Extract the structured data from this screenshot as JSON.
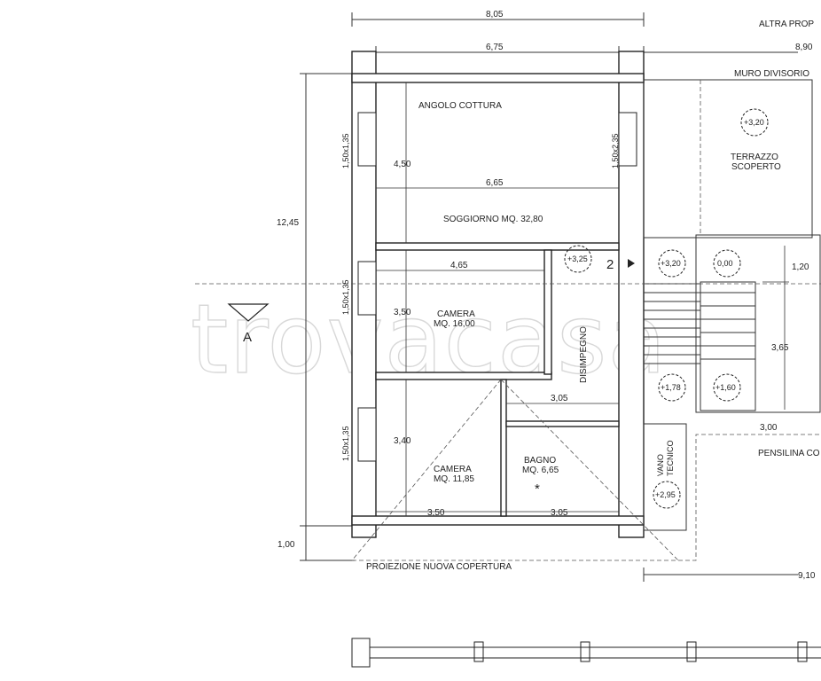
{
  "watermark": "trovacasa",
  "header": {
    "altra_proprieta": "ALTRA PROP",
    "muro_divisorio": "MURO DIVISORIO"
  },
  "rooms": {
    "angolo_cottura": "ANGOLO COTTURA",
    "soggiorno": "SOGGIORNO MQ. 32,80",
    "camera1_name": "CAMERA",
    "camera1_area": "MQ. 16,00",
    "camera2_name": "CAMERA",
    "camera2_area": "MQ. 11,85",
    "bagno_name": "BAGNO",
    "bagno_area": "MQ. 6,65",
    "disimpegno": "DISIMPEGNO",
    "terrazzo_1": "TERRAZZO",
    "terrazzo_2": "SCOPERTO",
    "vano_tecnico_1": "VANO",
    "vano_tecnico_2": "TECNICO",
    "pensilina": "PENSILINA CO",
    "proiezione": "PROIEZIONE NUOVA COPERTURA"
  },
  "dimensions": {
    "total_width": "8,05",
    "inner_width": "6,75",
    "right_top": "8,90",
    "soggiorno_width": "6,65",
    "soggiorno_depth": "4,50",
    "camera1_width": "4,65",
    "camera1_depth": "3,50",
    "disimpegno_width": "3,05",
    "camera2_depth": "3,40",
    "bottom_left": "3,50",
    "bottom_right": "3,05",
    "total_height": "12,45",
    "bottom_offset": "1,00",
    "window_left_1": "1,50x1,35",
    "window_left_2": "1,50x1,35",
    "window_left_3": "1,50x1,35",
    "window_right": "1,50x2,35",
    "stair_top": "1,20",
    "stair_len": "3,65",
    "stair_width": "3,00",
    "bottom_right_total": "9,10"
  },
  "levels": {
    "terrazzo": "+3,20",
    "soggiorno": "+3,25",
    "landing": "+3,20",
    "stair_base": "0,00",
    "stair_mid1": "+1,78",
    "stair_mid2": "+1,60",
    "vano": "+2,95"
  },
  "markers": {
    "section": "A",
    "view": "2",
    "asterisk": "*"
  }
}
